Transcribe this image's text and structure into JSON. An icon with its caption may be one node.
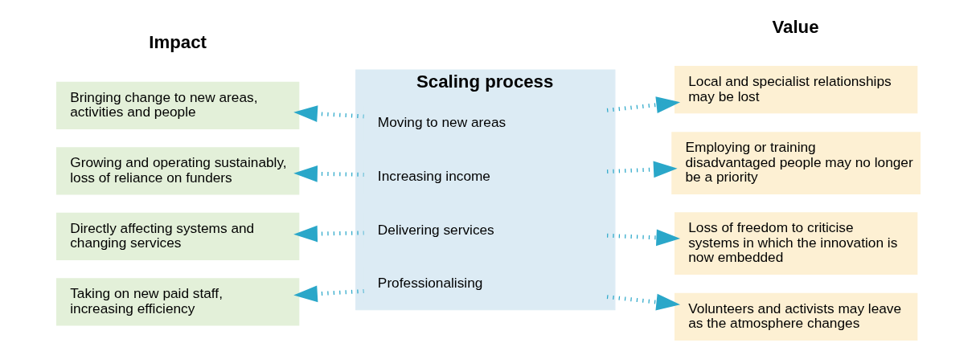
{
  "diagram": {
    "nodes": [
      {
        "text": [
          "Scaling process"
        ]
      },
      {
        "text": [
          "Moving to new areas"
        ],
        "in": 0
      },
      {
        "text": [
          "Increasing income"
        ],
        "in": 0
      },
      {
        "text": [
          "Delivering services"
        ],
        "in": 0
      },
      {
        "text": [
          "Professionalising"
        ],
        "in": 0
      },
      {
        "text": [
          "Bringing change to new areas, activities and people"
        ]
      },
      {
        "text": [
          "Growing and operating sustainably, loss of reliance on funders"
        ]
      },
      {
        "text": [
          "Directly affecting systems and changing services"
        ]
      },
      {
        "text": [
          "Taking on new paid staff, increasing efficiency"
        ]
      },
      {
        "text": [
          "Local and specialist relationships may be lost"
        ]
      },
      {
        "text": [
          "Employing or training disadvantaged people may no longer be a priority"
        ]
      },
      {
        "text": [
          "Loss of freedom to criticise systems in which the innovation is now embedded"
        ]
      },
      {
        "text": [
          "Volunteers and activists may leave as the atmosphere changes"
        ]
      }
    ],
    "edges": [
      {
        "from": 1,
        "to": 5,
        "arrow": "to",
        "style": "dashed"
      },
      {
        "from": 1,
        "to": 9,
        "arrow": "to",
        "style": "dashed"
      },
      {
        "from": 2,
        "to": 6,
        "arrow": "to",
        "style": "dashed"
      },
      {
        "from": 2,
        "to": 10,
        "arrow": "to",
        "style": "dashed"
      },
      {
        "from": 3,
        "to": 7,
        "arrow": "to",
        "style": "dashed"
      },
      {
        "from": 3,
        "to": 11,
        "arrow": "to",
        "style": "dashed"
      },
      {
        "from": 4,
        "to": 8,
        "arrow": "to",
        "style": "dashed"
      },
      {
        "from": 4,
        "to": 12,
        "arrow": "to",
        "style": "dashed"
      }
    ],
    "labels": [
      "Impact",
      "Value"
    ]
  }
}
